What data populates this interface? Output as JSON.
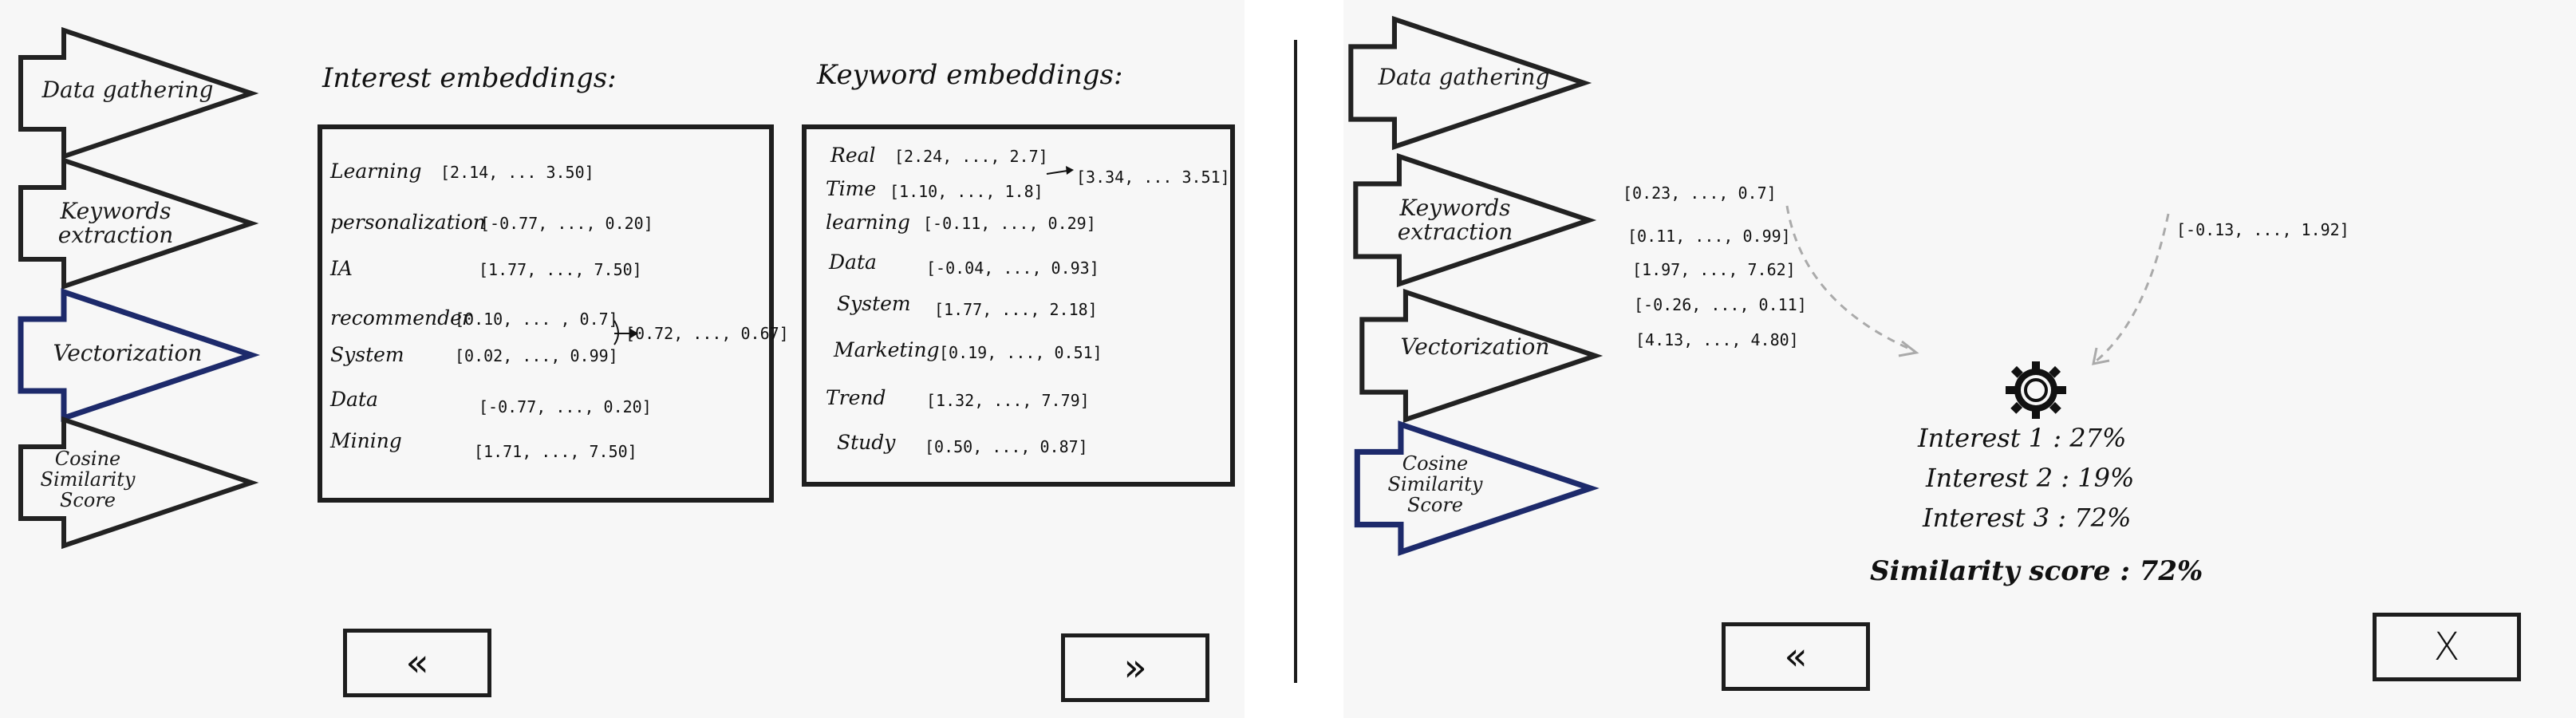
{
  "left_screen": {
    "steps": [
      {
        "label": "Data gathering",
        "active": false
      },
      {
        "label": "Keywords extraction",
        "active": false
      },
      {
        "label": "Vectorization",
        "active": true
      },
      {
        "label": "Cosine Similarity Score",
        "active": false
      }
    ],
    "interest_heading": "Interest embeddings:",
    "interest_rows": [
      {
        "term": "Learning",
        "vector": "[2.14, ... 3.50]"
      },
      {
        "term": "personalization",
        "vector": "[-0.77, ..., 0.20]"
      },
      {
        "term": "IA",
        "vector": "[1.77, ..., 7.50]"
      },
      {
        "term": "recommender",
        "vector": "[0.10, ... , 0.7]"
      },
      {
        "term": "System",
        "vector": "[0.02, ..., 0.99]"
      },
      {
        "term": "Data",
        "vector": "[-0.77, ..., 0.20]"
      },
      {
        "term": "Mining",
        "vector": "[1.71, ..., 7.50]"
      }
    ],
    "interest_merged_vector": "[0.72, ..., 0.67]",
    "keyword_heading": "Keyword embeddings:",
    "keyword_rows": [
      {
        "term": "Real",
        "vector": "[2.24, ..., 2.7]"
      },
      {
        "term": "Time",
        "vector": "[1.10, ..., 1.8]"
      },
      {
        "term": "learning",
        "vector": "[-0.11, ..., 0.29]"
      },
      {
        "term": "Data",
        "vector": "[-0.04, ..., 0.93]"
      },
      {
        "term": "System",
        "vector": "[1.77, ..., 2.18]"
      },
      {
        "term": "Marketing",
        "vector": "[0.19, ..., 0.51]"
      },
      {
        "term": "Trend",
        "vector": "[1.32, ..., 7.79]"
      },
      {
        "term": "Study",
        "vector": "[0.50, ..., 0.87]"
      }
    ],
    "keyword_merged_vector": "[3.34, ... 3.51]",
    "back_label": "«",
    "next_label": "»"
  },
  "right_screen": {
    "steps": [
      {
        "label": "Data gathering",
        "active": false
      },
      {
        "label": "Keywords extraction",
        "active": false
      },
      {
        "label": "Vectorization",
        "active": false
      },
      {
        "label": "Cosine Similarity Score",
        "active": true
      }
    ],
    "interest_vectors": [
      "[0.23, ..., 0.7]",
      "[0.11, ..., 0.99]",
      "[1.97, ..., 7.62]",
      "[-0.26, ..., 0.11]",
      "[4.13, ..., 4.80]"
    ],
    "keyword_vector": "[-0.13, ..., 1.92]",
    "results": [
      "Interest 1 : 27%",
      "Interest 2 : 19%",
      "Interest 3 : 72%"
    ],
    "similarity_score": "Similarity score : 72%",
    "back_label": "«",
    "close_label": "X"
  },
  "colors": {
    "active_outline": "#1d2a6b",
    "ink": "#1e1e1e",
    "arrow_dashed": "#aaaaaa"
  }
}
